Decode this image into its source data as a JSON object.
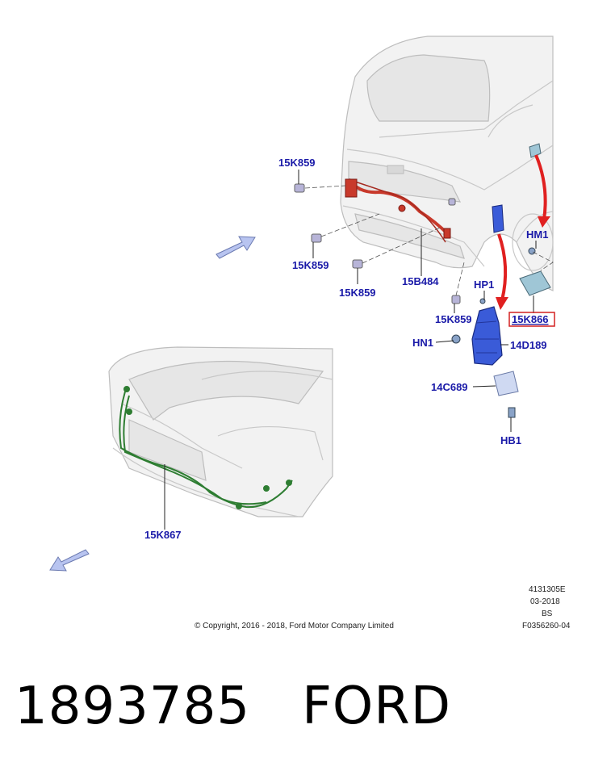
{
  "callouts": {
    "c1": "15K859",
    "c2": "15K859",
    "c3": "15K859",
    "c4": "15B484",
    "c5": "15K859",
    "c6": "HM1",
    "c7": "15K866",
    "c8": "HP1",
    "c9": "HN1",
    "c10": "14D189",
    "c11": "14C689",
    "c12": "HB1",
    "c13": "15K867"
  },
  "meta": {
    "code": "4131305E",
    "date": "03-2018",
    "region": "BS",
    "figure": "F0356260-04"
  },
  "copyright": "© Copyright, 2016 - 2018, Ford Motor Company Limited",
  "bottom_title": "1893785   FORD",
  "colors": {
    "callout_text": "#1a1aa8",
    "highlight_box": "#d42020",
    "rear_harness": "#c8392b",
    "front_harness": "#2e7d32",
    "module_blue": "#3a5bd8",
    "arrow_red": "#e02020",
    "direction_arrow": "#b8c4f0"
  }
}
